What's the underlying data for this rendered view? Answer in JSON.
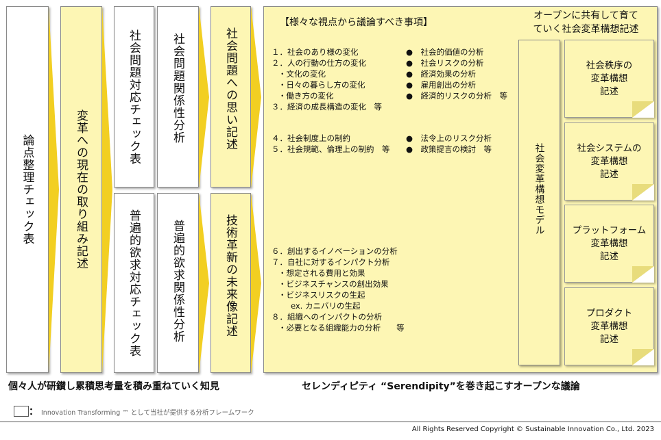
{
  "columns": {
    "col1": "論点整理チェック表",
    "col2": "変革への現在の取り組み記述",
    "col3_top": "社会問題対応チェック表",
    "col4_top": "社会問題関係性分析",
    "col3_bottom": "普遍的欲求対応チェック表",
    "col4_bottom": "普遍的欲求関係性分析",
    "col5_top": "社会問題への思い記述",
    "col5_bottom": "技術革新の未来像記述"
  },
  "discussion": {
    "heading": "【様々な視点から議論すべき事項】",
    "group1_left": [
      "１．社会のあり様の変化",
      "２．人の行動の仕方の変化",
      "・文化の変化",
      "・日々の暮らし方の変化",
      "・働き方の変化",
      "３．経済の成長構造の変化　等"
    ],
    "group1_right": [
      "●　社会的価値の分析",
      "●　社会リスクの分析",
      "●　経済効果の分析",
      "●　雇用創出の分析",
      "●　経済的リスクの分析　等"
    ],
    "group2_left": [
      "４．社会制度上の制約",
      "５．社会規範、倫理上の制約　等"
    ],
    "group2_right": [
      "●　法令上のリスク分析",
      "●　政策提言の検討　等"
    ],
    "group3": [
      "６．創出するイノベーションの分析",
      "７．自社に対するインパクト分析",
      "・想定される費用と効果",
      "・ビジネスチャンスの創出効果",
      "・ビジネスリスクの生起",
      "ex. カニバリの生起",
      "８．組織へのインパクトの分析",
      "・必要となる組織能力の分析　　等"
    ]
  },
  "right_panel": {
    "heading_line1": "オープンに共有して育て",
    "heading_line2": "ていく社会変革構想記述",
    "model": "社会変革構想モデル",
    "cards": [
      {
        "l1": "社会秩序の",
        "l2": "変革構想",
        "l3": "記述"
      },
      {
        "l1": "社会システムの",
        "l2": "変革構想",
        "l3": "記述"
      },
      {
        "l1": "プラットフォーム",
        "l2": "変革構想",
        "l3": "記述"
      },
      {
        "l1": "プロダクト",
        "l2": "変革構想",
        "l3": "記述"
      }
    ]
  },
  "captions": {
    "left": "個々人が研鑚し累積思考量を積み重ねていく知見",
    "right": "セレンディピティ “Serendipity”を巻き起こすオープンな議論"
  },
  "legend": {
    "colon": "：",
    "text": "Innovation Transforming ™ として当社が提供する分析フレームワーク"
  },
  "footer": "All Rights Reserved Copyright © Sustainable Innovation Co., Ltd.  2023",
  "colors": {
    "yellow": "#fdf6b4",
    "arrow": "#f2cf22",
    "border": "#8a8a8a"
  }
}
